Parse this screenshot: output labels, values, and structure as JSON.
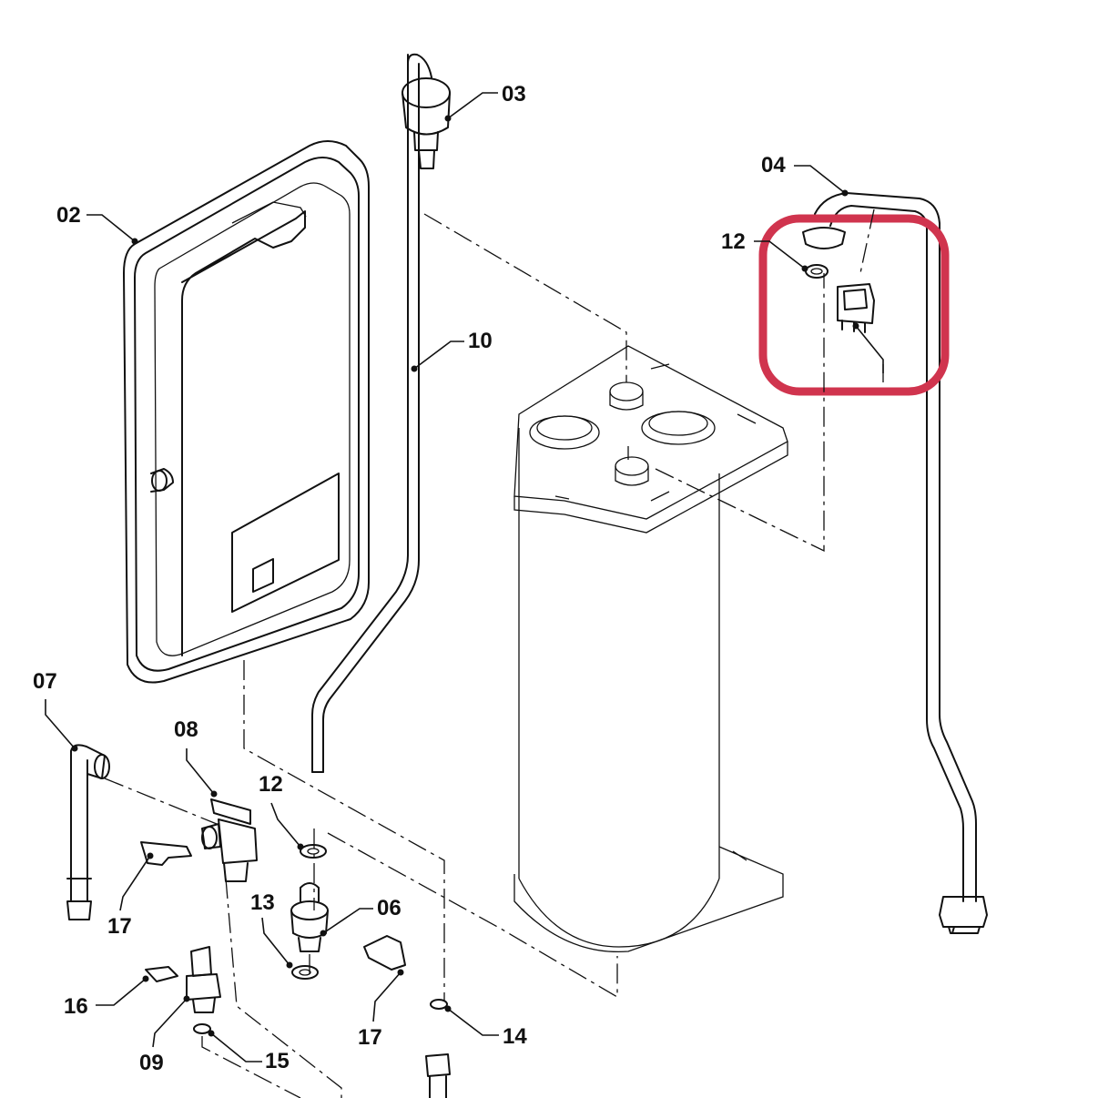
{
  "labels": {
    "l02": "02",
    "l03": "03",
    "l04": "04",
    "l06": "06",
    "l07": "07",
    "l08": "08",
    "l09": "09",
    "l10": "10",
    "l12a": "12",
    "l12b": "12",
    "l13": "13",
    "l14": "14",
    "l15": "15",
    "l16": "16",
    "l17a": "17",
    "l17b": "17"
  },
  "highlight": {
    "color": "#d0344e"
  }
}
